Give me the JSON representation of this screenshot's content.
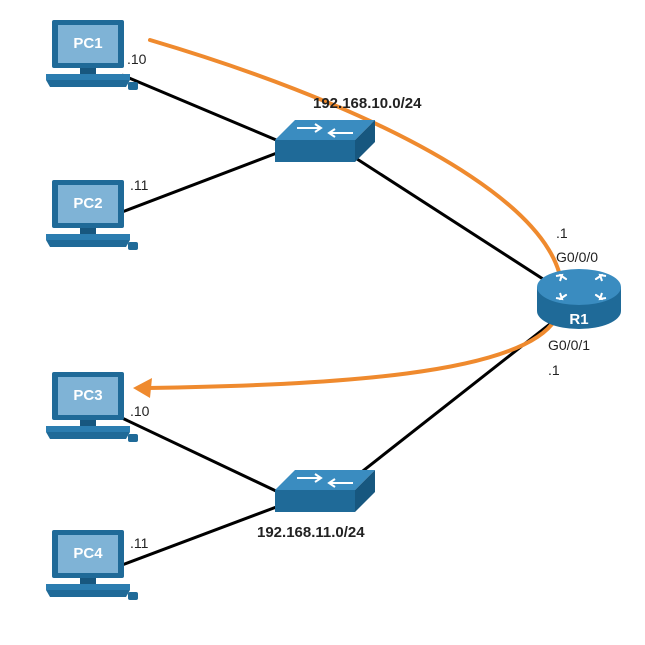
{
  "colors": {
    "device_blue": "#1f6a98",
    "device_dark": "#17577f",
    "screen": "#7fb3d6",
    "link": "#000000",
    "flow_arrow": "#ef8a2e"
  },
  "pcs": [
    {
      "name": "PC1",
      "ip": ".10"
    },
    {
      "name": "PC2",
      "ip": ".11"
    },
    {
      "name": "PC3",
      "ip": ".10"
    },
    {
      "name": "PC4",
      "ip": ".11"
    }
  ],
  "router": {
    "name": "R1",
    "if_top": "G0/0/0",
    "ip_top": ".1",
    "if_bottom": "G0/0/1",
    "ip_bottom": ".1"
  },
  "networks": {
    "top": "192.168.10.0/24",
    "bottom": "192.168.11.0/24"
  },
  "icons": {
    "pc": "desktop-computer-icon",
    "switch": "switch-icon",
    "router": "router-icon"
  }
}
